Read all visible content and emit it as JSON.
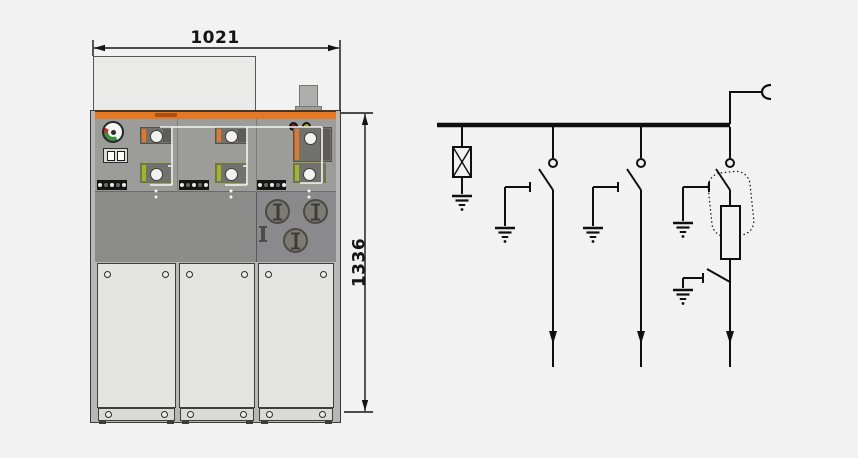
{
  "dimensions": {
    "width_label": "1021",
    "height_label": "1336"
  },
  "colors": {
    "background": "#f2f2f3",
    "accent_orange": "#e87722",
    "label_green": "#a3b520",
    "panel_light": "#e3e3e1",
    "panel_mid": "#9c9c9a",
    "panel_dark": "#8c8c8a",
    "indicator_red": "#6b2420",
    "indicator_green": "#97a617",
    "line": "#0f0f0f"
  },
  "cabinet": {
    "columns": [
      {
        "name": "cable-switch-way-1"
      },
      {
        "name": "cable-switch-way-2"
      },
      {
        "name": "fuse-switch-way"
      }
    ],
    "components": [
      "pressure-gauge",
      "position-meter",
      "voltage-indicators",
      "fuse-covers"
    ]
  },
  "diagram": {
    "busbar": true,
    "branches": [
      {
        "name": "voltage-transformer-branch"
      },
      {
        "name": "load-break-feeder-1"
      },
      {
        "name": "load-break-feeder-2"
      },
      {
        "name": "fuse-switch-feeder"
      }
    ]
  }
}
